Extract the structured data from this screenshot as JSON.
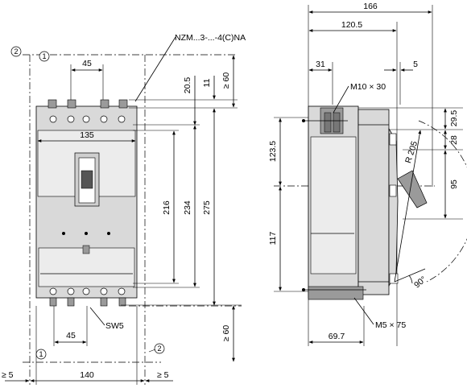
{
  "front": {
    "dims": {
      "d45_top": "45",
      "d135": "135",
      "d216": "216",
      "d234": "234",
      "d275": "275",
      "d205": "20.5",
      "d11": "11",
      "d60_top": "≥ 60",
      "d45_bottom": "45",
      "d140": "140",
      "d5_left": "≥ 5",
      "d5_right": "≥ 5",
      "d60_bottom": "≥ 60"
    },
    "labels": {
      "model": "NZM...3-...-4(C)NA",
      "sw5": "SW5"
    },
    "markers": {
      "m1_top": "1",
      "m2_top": "2",
      "m1_bottom": "1",
      "m2_bottom": "2"
    }
  },
  "side": {
    "dims": {
      "d166": "166",
      "d1205": "120.5",
      "d31": "31",
      "d5": "5",
      "d295": "29.5",
      "d28": "28",
      "d95": "95",
      "d1235": "123.5",
      "d117": "117",
      "d697": "69.7",
      "r205": "R 205",
      "d90": "90°"
    },
    "labels": {
      "m10": "M10 × 30",
      "m5": "M5 × 75"
    }
  }
}
